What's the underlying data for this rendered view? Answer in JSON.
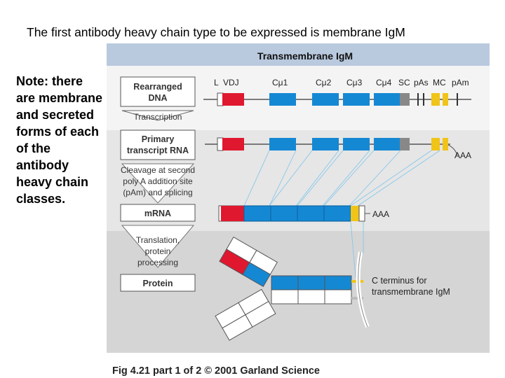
{
  "slide": {
    "title": "The first antibody heavy chain type to be expressed is membrane IgM",
    "note": "Note: there are membrane and secreted forms of each of the antibody heavy chain classes.",
    "caption": "Fig 4.21 part 1 of 2  © 2001 Garland Science"
  },
  "figure": {
    "header": "Transmembrane IgM",
    "stages": {
      "dna": [
        "Rearranged",
        "DNA"
      ],
      "transcription": "Transcription",
      "primary": [
        "Primary",
        "transcript RNA"
      ],
      "cleavage": [
        "Cleavage at second",
        "poly A addition site",
        "(pAm) and splicing"
      ],
      "mrna": "mRNA",
      "translation": [
        "Translation,",
        "protein",
        "processing"
      ],
      "protein": "Protein"
    },
    "segments": {
      "l": "L",
      "vdj": "VDJ",
      "cmu1": "Cμ1",
      "cmu2": "Cμ2",
      "cmu3": "Cμ3",
      "cmu4": "Cμ4",
      "sc": "SC",
      "pas": "pAs",
      "mc": "MC",
      "pam": "pAm"
    },
    "aaa_primary": "AAA",
    "aaa_mrna": "AAA",
    "cterm": [
      "C terminus for",
      "transmembrane IgM"
    ]
  }
}
